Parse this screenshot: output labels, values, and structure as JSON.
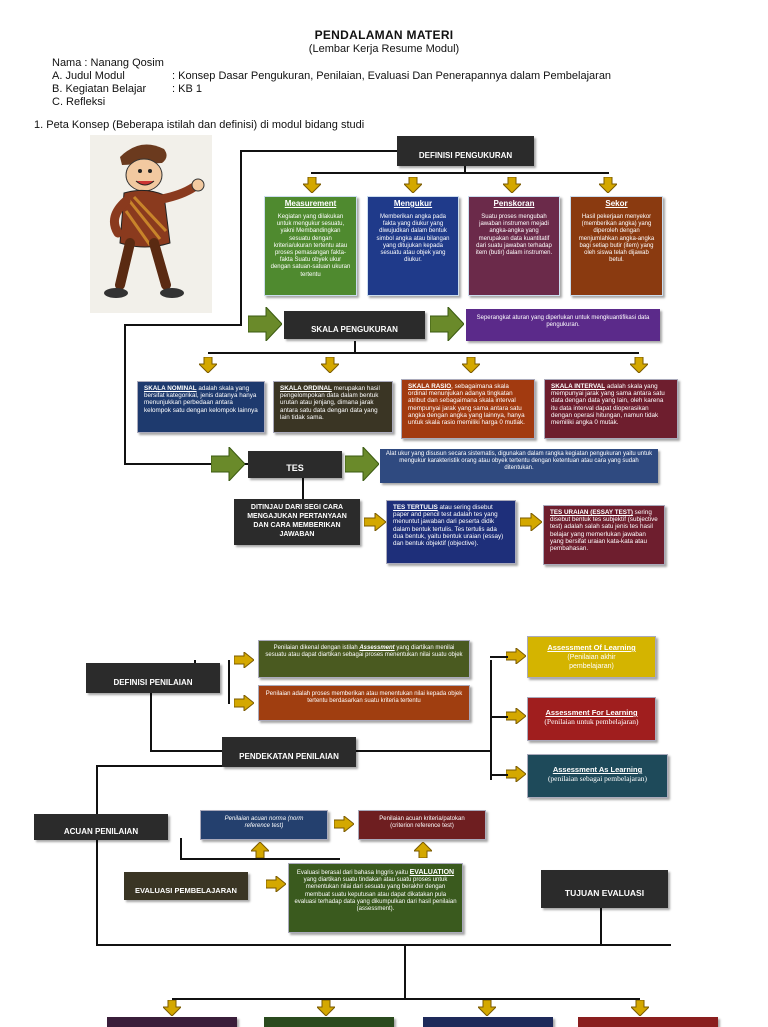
{
  "header": {
    "title": "PENDALAMAN MATERI",
    "subtitle": "(Lembar Kerja Resume Modul)"
  },
  "meta": {
    "nama": "Nama : Nanang Qosim",
    "judul_label": "A. Judul Modul",
    "judul_value": ": Konsep Dasar Pengukuran, Penilaian, Evaluasi Dan Penerapannya dalam Pembelajaran",
    "kegiatan_label": "B. Kegiatan Belajar",
    "kegiatan_value": ": KB 1",
    "refleksi": "C. Refleksi"
  },
  "question": "1.    Peta Konsep (Beberapa istilah dan definisi) di modul bidang studi",
  "map1": {
    "definisi_pengukuran": "DEFINISI PENGUKURAN",
    "measurement_title": "Measurement",
    "measurement_body": "Kegiatan yang dilakukan untuk mengukur sesuatu, yakni Membandingkan sesuatu dengan kriteria/ukuran tertentu atau proses pemasangan fakta-fakta Suatu obyek ukur dengan satuan-satuan ukuran tertentu",
    "mengukur_title": "Mengukur",
    "mengukur_body": "Memberikan angka pada fakta yang diukur yang diwujudkan dalam bentuk simbol angka atau bilangan yang ditujukan kepada sesuatu atau objek yang diukur.",
    "penskoran_title": "Penskoran",
    "penskoran_body": "Suatu proses mengubah jawaban instrumen mejadi angka-angka yang merupakan data kuantitatif dari suatu jawaban terhadap item (butir) dalam instrumen.",
    "sekor_title": "Sekor",
    "sekor_body": "Hasil pekerjaan menyekor (memberikan angka) yang diperoleh dengan menjumlahkan angka-angka bagi setiap butir (item) yang oleh siswa telah dijawab betul.",
    "skala_pengukuran": "SKALA PENGUKURAN",
    "skala_def": "Seperangkat aturan yang diperlukan untuk mengkuantifikasi data pengukuran.",
    "nominal_title": "SKALA NOMINAL",
    "nominal_body": " adalah skala yang bersifat kategorikal, jenis datanya hanya menunjukkan perbedaan antara kelompok satu dengan kelompok lainnya",
    "ordinal_title": "SKALA ORDINAL",
    "ordinal_body": " merupakan hasil pengelompokan data dalam bentuk urutan atau jenjang, dimana jarak antara satu data dengan data yang lain tidak sama.",
    "rasio_title": "SKALA RASIO",
    "rasio_body": ", sebagaimana skala ordinal menunjukan adanya tingkatan atribut dan sebagaimana skala interval mempunyai jarak yang sama antara satu angka dengan angka yang lainnya, hanya untuk skala rasio memiliki harga 0 mutlak.",
    "interval_title": "SKALA INTERVAL",
    "interval_body": " adalah skala yang mempunyai jarak yang sama antara satu data dengan data yang lain, oleh karena itu data interval dapat dioperasikan dengan operasi hitungan, namun tidak memiliki angka 0 mutak.",
    "tes": "TES",
    "tes_def": "Alat ukur yang disusun secara sistematis, digunakan dalam rangka kegiatan pengukuran yaitu untuk mengukur karakteristik orang atau obyek tertentu dengan ketentuan atau cara yang sudah ditentukan.",
    "ditinjau": "DITINJAU DARI SEGI CARA MENGAJUKAN PERTANYAAN DAN CARA MEMBERIKAN JAWABAN",
    "tertulis_title": "TES TERTULIS",
    "tertulis_body": " atau sering disebut paper and pencil test adalah tes yang menuntut jawaban dari peserta didik dalam bentuk tertulis. Tes tertulis ada dua bentuk, yaitu bentuk uraian (essay) dan bentuk objektif (objective).",
    "uraian_title": "TES URAIAN (ESSAY TEST)",
    "uraian_body": " sering disebut bentuk tes subjektif (subjective test) adalah salah satu jenis tes hasil belajar yang memerlukan jawaban yang bersifat uraian kata-kata atau pembahasan."
  },
  "map2": {
    "definisi_penilaian": "DEFINISI PENILAIAN",
    "penilaian_def1_a": "Penilaian dikenal dengan istilah ",
    "penilaian_def1_b": "Assessment",
    "penilaian_def1_c": " yang diartikan menilai sesuatu atau dapat diartikan sebagai proses menentukan nilai suatu objek",
    "penilaian_def2": "Penilaian adalah proses memberikan atau menentukan nilai kepada objek tertentu berdasarkan suatu kriteria tertentu",
    "of_learning_title": "Assessment Of Learning",
    "of_learning_sub": "(Penilaian akhir pembelajaran)",
    "for_learning_title": "Assessment For Learning",
    "for_learning_sub": "(Penilaian untuk pembelajaran)",
    "as_learning_title": "Assessment As Learning",
    "as_learning_sub": "(penilaian sebagai pembelajaran)",
    "pendekatan": "PENDEKATAN PENILAIAN",
    "acuan": "ACUAN PENILAIAN",
    "acuan_norma": "Penilaian acuan norma (norm reference test)",
    "acuan_kriteria": "Penilaian acuan kriteria/patokan (criterion reference test)",
    "evaluasi": "EVALUASI PEMBELAJARAN",
    "evaluasi_def_a": "Evaluasi berasal dari bahasa Inggris yaitu ",
    "evaluasi_def_b": "EVALUATION",
    "evaluasi_def_c": " yang diartikan suatu tindakan atau suatu proses untuk menentukan nilai dari sesuatu yang berakhir dengan membuat suatu keputusan atau dapat dikatakan pula evaluasi terhadap data yang dikumpulkan dari hasil penilaian (assessment).",
    "tujuan": "TUJUAN EVALUASI"
  },
  "colors": {
    "measurement": "#4f8a2f",
    "mengukur": "#1f3a8a",
    "penskoran": "#6b2a4a",
    "sekor": "#8a3a10",
    "skala_def": "#5b2a8a",
    "nominal": "#1e3a6e",
    "ordinal": "#3a3524",
    "rasio": "#a23a10",
    "interval": "#6e1e2e",
    "tes_def": "#2f4a80",
    "tertulis": "#1e2f7a",
    "uraian": "#6e1e2e",
    "pen_def1": "#4a5a20",
    "pen_def2": "#a03e10",
    "of_learning": "#d4b400",
    "for_learning": "#a01e1e",
    "as_learning": "#1e4a5a",
    "acuan_norma": "#24406e",
    "acuan_kriteria": "#6e1e20",
    "evaluasi_def": "#3a5a1e",
    "arrow": "#d4a800"
  }
}
